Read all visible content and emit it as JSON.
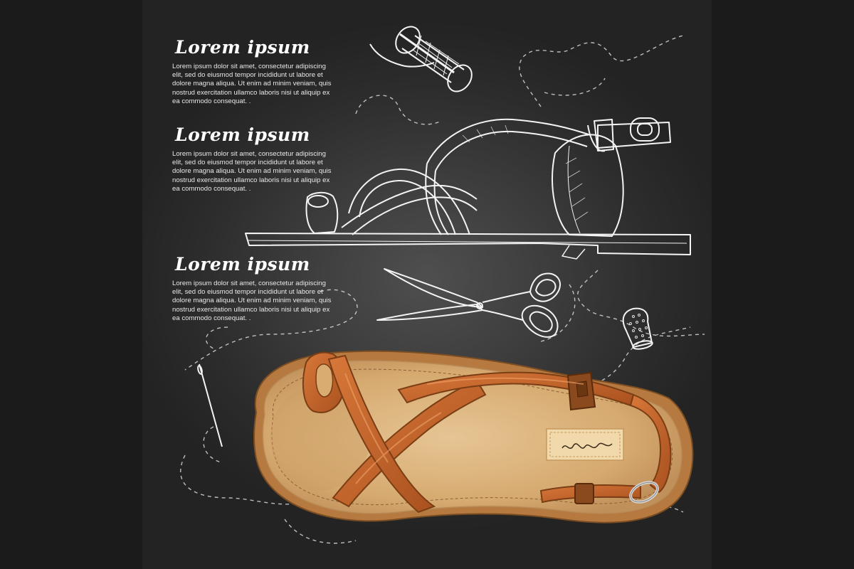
{
  "blocks": [
    {
      "heading": "Lorem ipsum",
      "body": "Lorem ipsum dolor sit amet, consectetur adipiscing elit, sed do eiusmod tempor incididunt ut labore et dolore magna aliqua. Ut enim ad minim veniam, quis nostrud exercitation ullamco laboris nisi ut aliquip ex ea commodo consequat. ."
    },
    {
      "heading": "Lorem ipsum",
      "body": "Lorem ipsum dolor sit amet, consectetur adipiscing elit, sed do eiusmod tempor incididunt ut labore et dolore magna aliqua. Ut enim ad minim veniam, quis nostrud exercitation ullamco laboris nisi ut aliquip ex ea commodo consequat. ."
    },
    {
      "heading": "Lorem ipsum",
      "body": "Lorem ipsum dolor sit amet, consectetur adipiscing elit, sed do eiusmod tempor incididunt ut labore et dolore magna aliqua. Ut enim ad minim veniam, quis nostrud exercitation ullamco laboris nisi ut aliquip ex ea commodo consequat. ."
    }
  ],
  "icons": [
    "thread-spool-icon",
    "scissors-icon",
    "thimble-icon",
    "needle-icon",
    "sandal-sketch-icon",
    "sandal-illustration-icon"
  ],
  "colors": {
    "board": "#3a3a3a",
    "frame": "#1b1b1b",
    "chalk": "#f4f4f4",
    "strap": "#c8692e",
    "insole": "#dcb27a",
    "sole_edge": "#b07a45"
  }
}
